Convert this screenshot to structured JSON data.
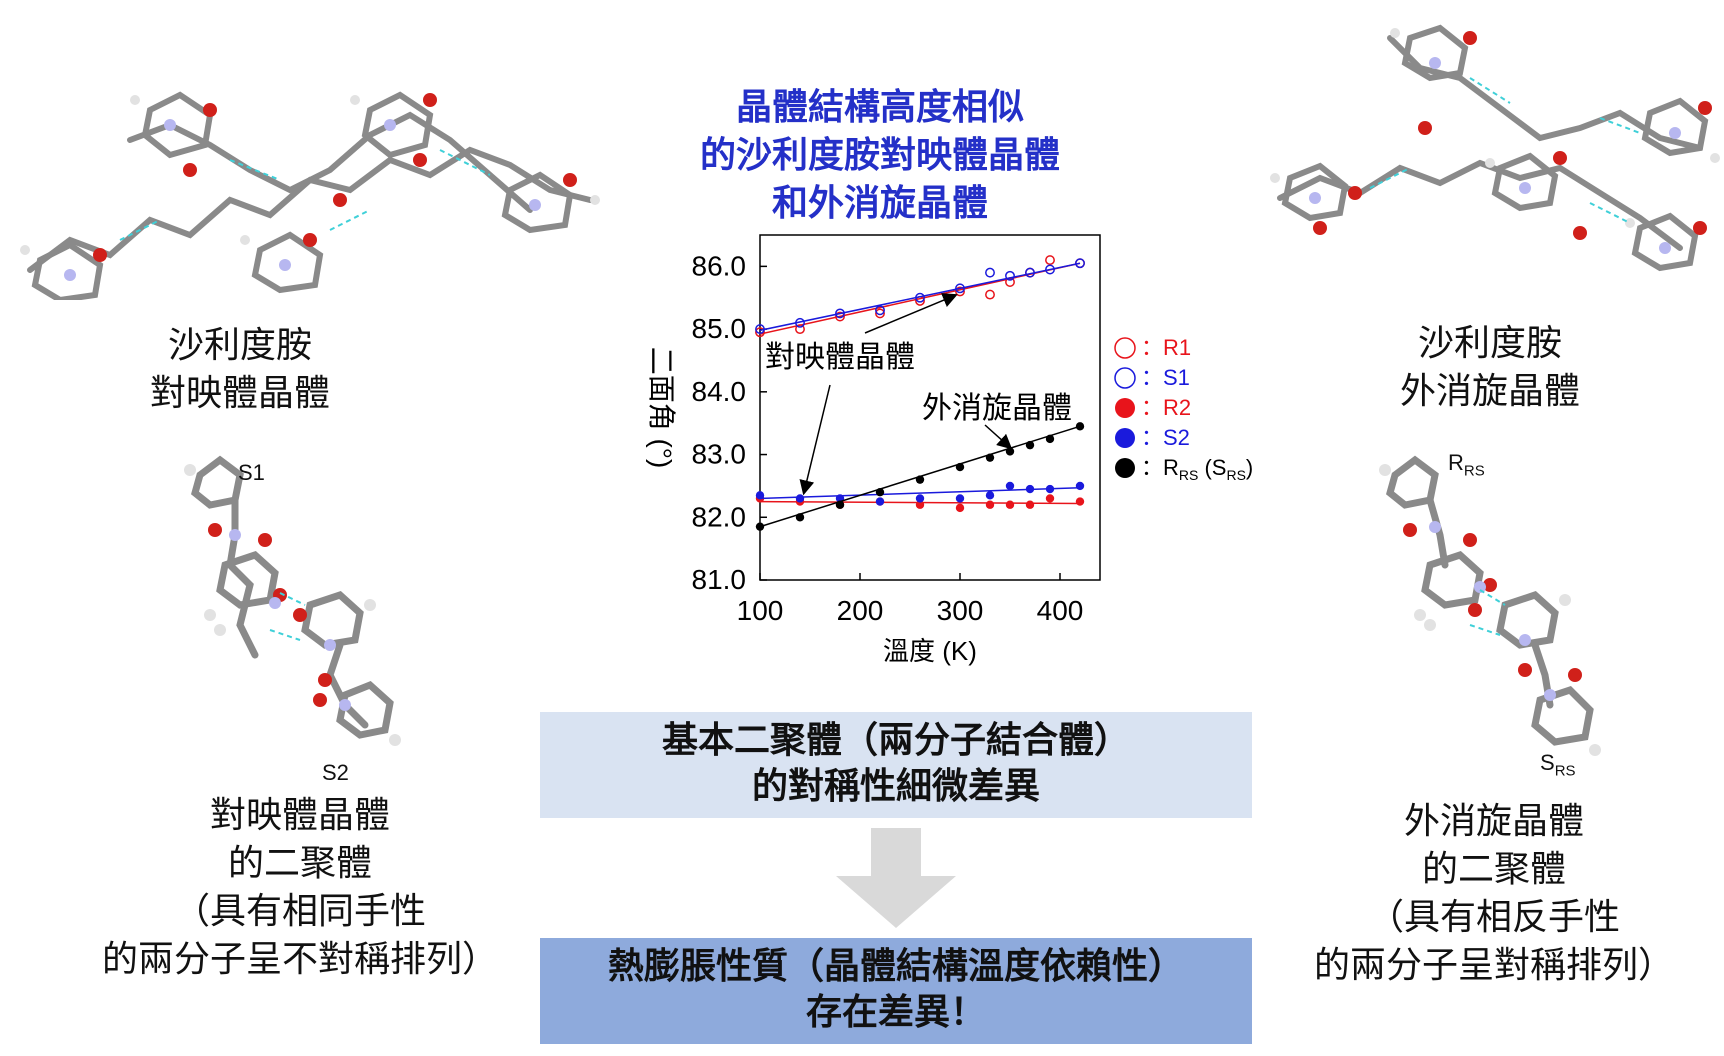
{
  "center_title": [
    "晶體結構高度相似",
    "的沙利度胺對映體晶體",
    "和外消旋晶體"
  ],
  "left": {
    "crystal_caption": [
      "沙利度胺",
      "對映體晶體"
    ],
    "dimer_label_top": "S1",
    "dimer_label_bottom": "S2",
    "dimer_caption": [
      "對映體晶體",
      "的二聚體",
      "（具有相同手性",
      "的兩分子呈不對稱排列）"
    ]
  },
  "right": {
    "crystal_caption": [
      "沙利度胺",
      "外消旋晶體"
    ],
    "dimer_label_top": "R",
    "dimer_label_top_sub": "RS",
    "dimer_label_bottom": "S",
    "dimer_label_bottom_sub": "RS",
    "dimer_caption": [
      "外消旋晶體",
      "的二聚體",
      "（具有相反手性",
      "的兩分子呈對稱排列）"
    ]
  },
  "boxes": {
    "box1": [
      "基本二聚體（兩分子結合體）",
      "的對稱性細微差異"
    ],
    "box2": [
      "熱膨脹性質（晶體結構溫度依賴性）",
      "存在差異！"
    ]
  },
  "colors": {
    "red": "#e8141b",
    "blue": "#1a1adc",
    "black": "#000000",
    "title_blue": "#2430c8",
    "box1_bg": "#d9e3f2",
    "box2_bg": "#8eaadc",
    "arrow_gray": "#d9d9d9"
  },
  "chart_data": {
    "type": "scatter",
    "title": "",
    "xlabel": "溫度 (K)",
    "ylabel": "二面角 (°)",
    "xlim": [
      100,
      440
    ],
    "ylim": [
      81.0,
      86.5
    ],
    "xticks": [
      100,
      200,
      300,
      400
    ],
    "yticks": [
      81.0,
      82.0,
      83.0,
      84.0,
      85.0,
      86.0
    ],
    "grid": false,
    "legend_position": "right",
    "annotations": [
      {
        "text": "對映體晶體",
        "points_to": [
          [
            140,
            82.3
          ],
          [
            295,
            85.6
          ]
        ]
      },
      {
        "text": "外消旋晶體",
        "points_to": [
          [
            350,
            83.05
          ]
        ]
      }
    ],
    "series": [
      {
        "name": "R1",
        "legend_text": "：R1",
        "marker": "open",
        "color": "red",
        "x": [
          100,
          140,
          180,
          220,
          260,
          300,
          330,
          350,
          370,
          390,
          420
        ],
        "y": [
          84.95,
          85.0,
          85.2,
          85.25,
          85.45,
          85.6,
          85.55,
          85.75,
          85.9,
          86.1,
          86.05
        ],
        "fit": [
          [
            100,
            84.92
          ],
          [
            420,
            86.05
          ]
        ]
      },
      {
        "name": "S1",
        "legend_text": "：S1",
        "marker": "open",
        "color": "blue",
        "x": [
          100,
          140,
          180,
          220,
          260,
          300,
          330,
          350,
          370,
          390,
          420
        ],
        "y": [
          85.0,
          85.1,
          85.25,
          85.3,
          85.5,
          85.65,
          85.9,
          85.85,
          85.9,
          85.95,
          86.05
        ],
        "fit": [
          [
            100,
            84.98
          ],
          [
            420,
            86.05
          ]
        ]
      },
      {
        "name": "R2",
        "legend_text": "：R2",
        "marker": "filled",
        "color": "red",
        "x": [
          100,
          140,
          180,
          220,
          260,
          300,
          330,
          350,
          370,
          390,
          420
        ],
        "y": [
          82.3,
          82.25,
          82.2,
          82.25,
          82.2,
          82.15,
          82.2,
          82.2,
          82.2,
          82.3,
          82.25
        ],
        "fit": [
          [
            100,
            82.25
          ],
          [
            420,
            82.22
          ]
        ]
      },
      {
        "name": "S2",
        "legend_text": "：S2",
        "marker": "filled",
        "color": "blue",
        "x": [
          100,
          140,
          180,
          220,
          260,
          300,
          330,
          350,
          370,
          390,
          420
        ],
        "y": [
          82.35,
          82.3,
          82.3,
          82.25,
          82.3,
          82.3,
          82.35,
          82.5,
          82.45,
          82.45,
          82.5
        ],
        "fit": [
          [
            100,
            82.3
          ],
          [
            420,
            82.47
          ]
        ]
      },
      {
        "name": "RRS (SRS)",
        "legend_text": "：R",
        "legend_sub": "RS",
        "legend_text_2": " (S",
        "legend_sub_2": "RS",
        "legend_text_3": ")",
        "marker": "filled",
        "color": "black",
        "x": [
          100,
          140,
          180,
          220,
          260,
          300,
          330,
          350,
          370,
          390,
          420
        ],
        "y": [
          81.85,
          82.0,
          82.2,
          82.4,
          82.6,
          82.8,
          82.95,
          83.05,
          83.15,
          83.25,
          83.45
        ],
        "fit": [
          [
            100,
            81.85
          ],
          [
            420,
            83.45
          ]
        ]
      }
    ]
  }
}
